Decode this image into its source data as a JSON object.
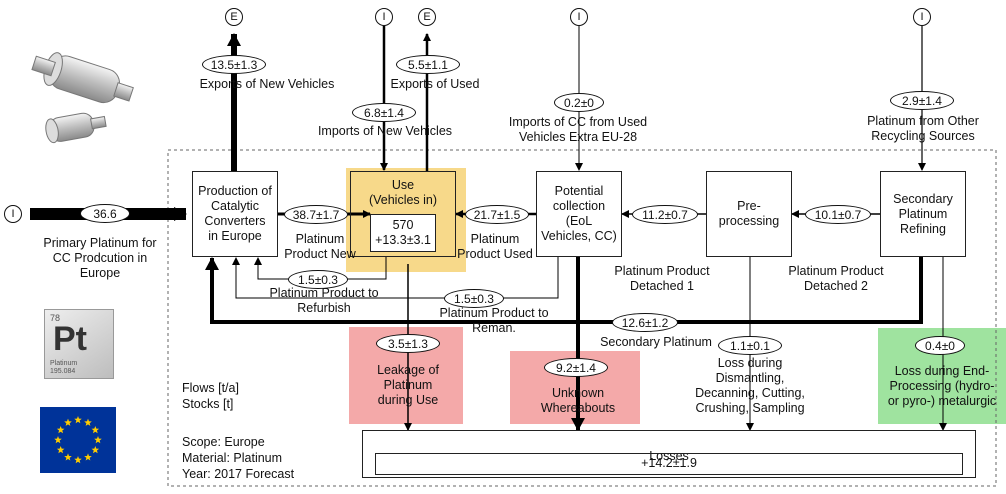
{
  "process": {
    "production": "Production of\nCatalytic\nConverters\nin Europe",
    "use_title": "Use\n(Vehicles in)",
    "use_stock": "570\n+13.3±3.1",
    "collection": "Potential\ncollection\n(EoL\nVehicles, CC)",
    "preprocessing": "Pre-\nprocessing",
    "refining": "Secondary\nPlatinum\nRefining",
    "losses_title": "Losses",
    "losses_value": "+14.2±1.9"
  },
  "boundary_markers": {
    "import": "I",
    "export": "E"
  },
  "flows": {
    "primary": "36.6",
    "product_new": "38.7±1.7",
    "product_used": "21.7±1.5",
    "detached1": "11.2±0.7",
    "detached2": "10.1±0.7",
    "export_new": "13.5±1.3",
    "export_used": "5.5±1.1",
    "import_new": "6.8±1.4",
    "import_cc": "0.2±0",
    "other_recycling": "2.9±1.4",
    "refurbish": "1.5±0.3",
    "reman": "1.5±0.3",
    "secondary": "12.6±1.2",
    "leakage": "3.5±1.3",
    "unknown": "9.2±1.4",
    "dismantling_loss": "1.1±0.1",
    "end_processing_loss": "0.4±0"
  },
  "labels": {
    "export_new": "Exports of New Vehicles",
    "export_used": "Exports of Used",
    "import_new": "Imports of New Vehicles",
    "import_cc": "Imports of CC from Used\nVehicles Extra EU-28",
    "other_recycling": "Platinum from Other\nRecycling Sources",
    "primary": "Primary Platinum for\nCC Prodcution in\nEurope",
    "product_new": "Platinum\nProduct New",
    "product_used": "Platinum\nProduct Used",
    "detached1": "Platinum Product\nDetached 1",
    "detached2": "Platinum Product\nDetached 2",
    "refurbish": "Platinum Product to\nRefurbish",
    "reman": "Platinum Product to\nReman.",
    "secondary": "Secondary Platinum",
    "leakage": "Leakage of\nPlatinum\nduring Use",
    "unknown": "Unknown\nWhereabouts",
    "dismantling_loss": "Loss during\nDismantling,\nDecanning, Cutting,\nCrushing, Sampling",
    "end_processing_loss": "Loss during End-\nProcessing (hydro-\nor pyro-) metalurgic"
  },
  "legend": {
    "flows": "Flows  [t/a]",
    "stocks": "Stocks [t]",
    "scope": "Scope: Europe",
    "material": "Material: Platinum",
    "year": "Year: 2017 Forecast"
  },
  "element_badge": {
    "number": "78",
    "symbol": "Pt",
    "name": "Platinum",
    "mass": "195.084"
  },
  "colors": {
    "use_highlight": "#f7d98a",
    "loss_red": "#f4a9a9",
    "loss_green": "#9fe39f",
    "flow": "#000000",
    "eu_blue": "#003399",
    "eu_star": "#ffcc00"
  }
}
